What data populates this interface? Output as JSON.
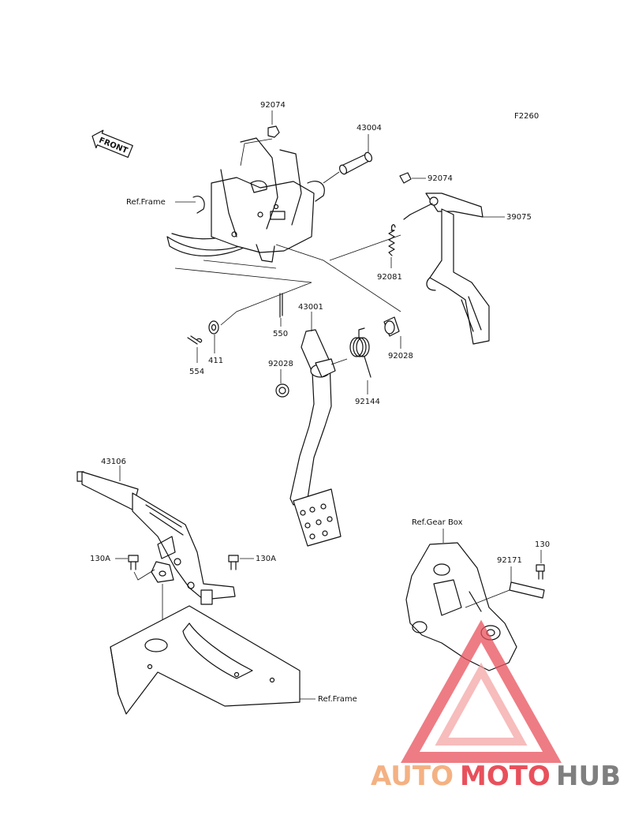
{
  "figure_code": "F2260",
  "front_label": "FRONT",
  "labels": {
    "p92074a": "92074",
    "p43004": "43004",
    "p92074b": "92074",
    "ref_frame_top": "Ref.Frame",
    "p39075": "39075",
    "p92081": "92081",
    "p550": "550",
    "p43001": "43001",
    "p411": "411",
    "p554": "554",
    "p92028a": "92028",
    "p92028b": "92028",
    "p92144": "92144",
    "p43106": "43106",
    "p130a_left": "130A",
    "p130a_right": "130A",
    "ref_gear_box": "Ref.Gear Box",
    "p130": "130",
    "p92171": "92171",
    "ref_frame_bottom": "Ref.Frame"
  },
  "watermark": {
    "auto": "AUTO",
    "moto": "MOTO",
    "hub": "HUB",
    "colors": {
      "auto": "#f4b183",
      "moto": "#e8505b",
      "hub": "#7f7f7f"
    }
  }
}
